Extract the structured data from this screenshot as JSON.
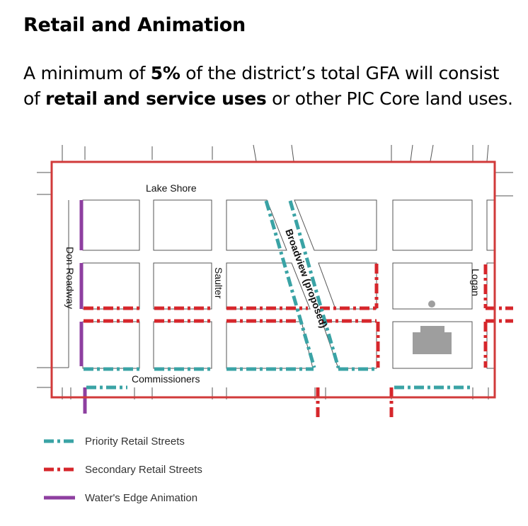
{
  "slide": {
    "title": "Retail and Animation",
    "intro": {
      "part1": "A minimum of ",
      "bold1": "5%",
      "part2": " of the district’s total GFA will consist of ",
      "bold2": "retail and service uses",
      "part3": " or other PIC Core land uses."
    }
  },
  "map": {
    "streets": {
      "lake_shore": "Lake Shore",
      "don_roadway": "Don Roadway",
      "saulter": "Saulter",
      "broadview": "Broadview (proposed)",
      "logan": "Logan",
      "commissioners": "Commissioners"
    },
    "colors": {
      "boundary": "#d13a3a",
      "priority": "#3aa3a5",
      "secondary": "#d6262b",
      "water": "#8e3fa0",
      "block_outline": "#555555",
      "building": "#9e9e9e"
    }
  },
  "legend": {
    "items": [
      {
        "label": "Priority Retail Streets",
        "color": "#3aa3a5",
        "style": "dash-dot"
      },
      {
        "label": "Secondary Retail Streets",
        "color": "#d6262b",
        "style": "dash-dot"
      },
      {
        "label": "Water's Edge Animation",
        "color": "#8e3fa0",
        "style": "solid"
      }
    ]
  }
}
